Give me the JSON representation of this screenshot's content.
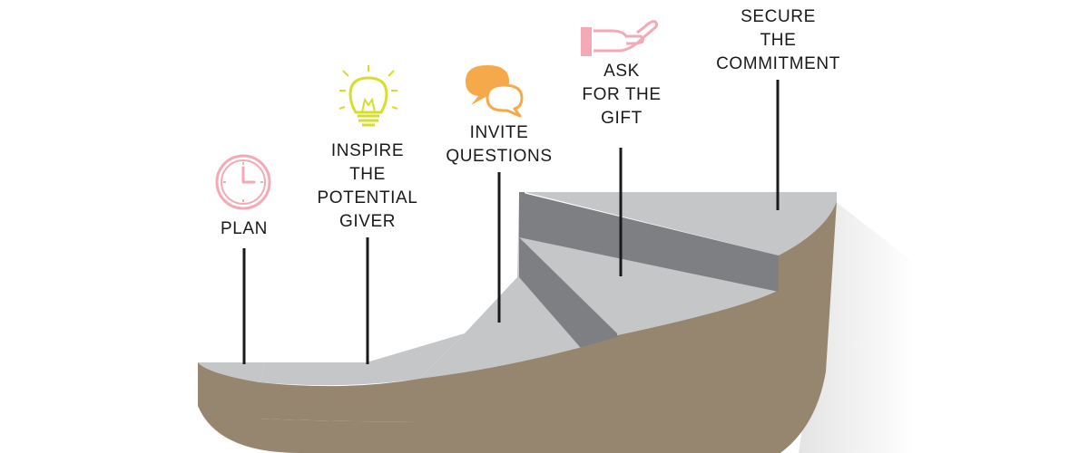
{
  "steps": [
    {
      "id": "plan",
      "lines": [
        "PLAN"
      ],
      "icon": "clock-icon",
      "icon_color": "#f4aab5"
    },
    {
      "id": "inspire",
      "lines": [
        "INSPIRE",
        "THE",
        "POTENTIAL",
        "GIVER"
      ],
      "icon": "lightbulb-icon",
      "icon_color": "#d6de2b"
    },
    {
      "id": "invite",
      "lines": [
        "INVITE",
        "QUESTIONS"
      ],
      "icon": "speech-bubbles-icon",
      "icon_color": "#f6a94a"
    },
    {
      "id": "ask",
      "lines": [
        "ASK",
        "FOR THE",
        "GIFT"
      ],
      "icon": "giving-hand-icon",
      "icon_color": "#f4aab5"
    },
    {
      "id": "secure",
      "lines": [
        "SECURE",
        "THE",
        "COMMITMENT"
      ],
      "icon": "",
      "icon_color": ""
    }
  ],
  "colors": {
    "step_top": "#c5c6c8",
    "step_riser": "#7e7f82",
    "base_side": "#968670",
    "shadow": "#ececec",
    "leader_line": "#1a1a1a"
  }
}
